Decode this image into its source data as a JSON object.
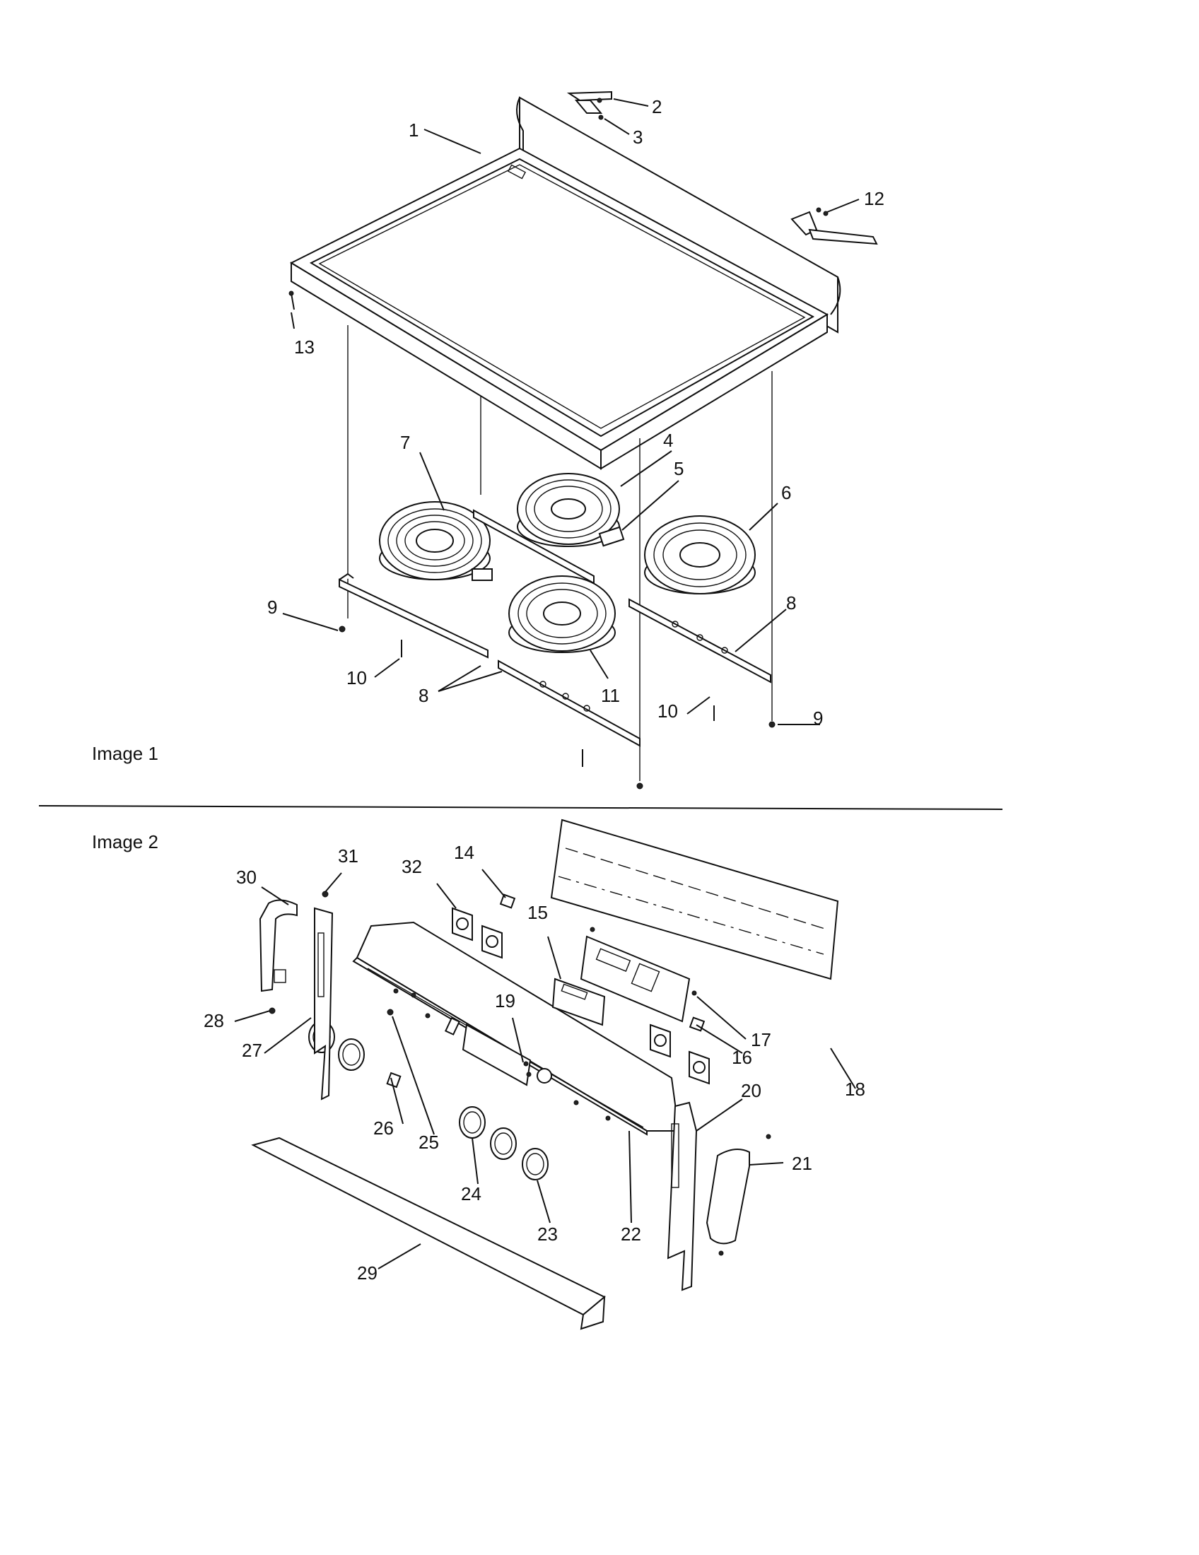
{
  "captions": {
    "image1": "Image 1",
    "image2": "Image 2"
  },
  "callouts": {
    "c1": "1",
    "c2": "2",
    "c3": "3",
    "c4": "4",
    "c5": "5",
    "c6": "6",
    "c7": "7",
    "c8a": "8",
    "c8b": "8",
    "c9a": "9",
    "c9b": "9",
    "c10a": "10",
    "c10b": "10",
    "c11": "11",
    "c12": "12",
    "c13": "13",
    "c14": "14",
    "c15": "15",
    "c16": "16",
    "c17": "17",
    "c18": "18",
    "c19": "19",
    "c20": "20",
    "c21": "21",
    "c22": "22",
    "c23": "23",
    "c24": "24",
    "c25": "25",
    "c26": "26",
    "c27": "27",
    "c28": "28",
    "c29": "29",
    "c30": "30",
    "c31": "31",
    "c32": "32"
  }
}
